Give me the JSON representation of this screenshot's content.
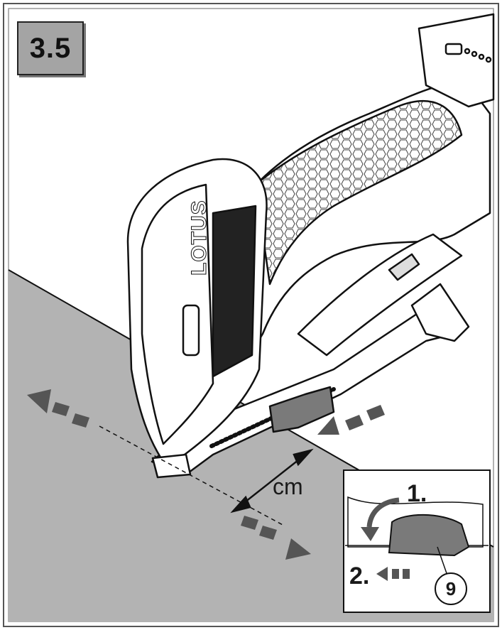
{
  "step_number": "3.5",
  "dimension_unit": "cm",
  "inset": {
    "step_1": "1.",
    "step_2": "2.",
    "callout_number": "9"
  },
  "tool_brand": "LOTUS",
  "colors": {
    "surface": "#b3b3b3",
    "badge": "#a4a4a4",
    "arrow": "#555555",
    "outline": "#111111"
  }
}
